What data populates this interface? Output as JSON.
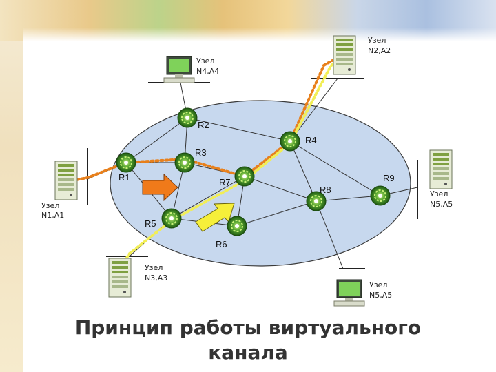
{
  "title": {
    "line1": "Принцип работы виртуального",
    "line2": "канала"
  },
  "hosts": [
    {
      "id": "n1",
      "name": "Узел",
      "addr": "N1,A1",
      "type": "server"
    },
    {
      "id": "n2",
      "name": "Узел",
      "addr": "N2,A2",
      "type": "server"
    },
    {
      "id": "n3",
      "name": "Узел",
      "addr": "N3,A3",
      "type": "server"
    },
    {
      "id": "n4",
      "name": "Узел",
      "addr": "N4,A4",
      "type": "workstation"
    },
    {
      "id": "n5",
      "name": "Узел",
      "addr": "N5,A5",
      "type": "server"
    },
    {
      "id": "n6",
      "name": "Узел",
      "addr": "N5,A5",
      "type": "workstation"
    }
  ],
  "routers": [
    "R1",
    "R2",
    "R3",
    "R4",
    "R5",
    "R6",
    "R7",
    "R8",
    "R9"
  ],
  "colors": {
    "network_cloud": "#c7d8ee",
    "virtual_circuit_1": "#e8801c",
    "virtual_circuit_2": "#f2ee55",
    "router_body": "#3f8a25",
    "arrow_orange": "#f07a1a",
    "arrow_yellow": "#f6ef3a"
  }
}
